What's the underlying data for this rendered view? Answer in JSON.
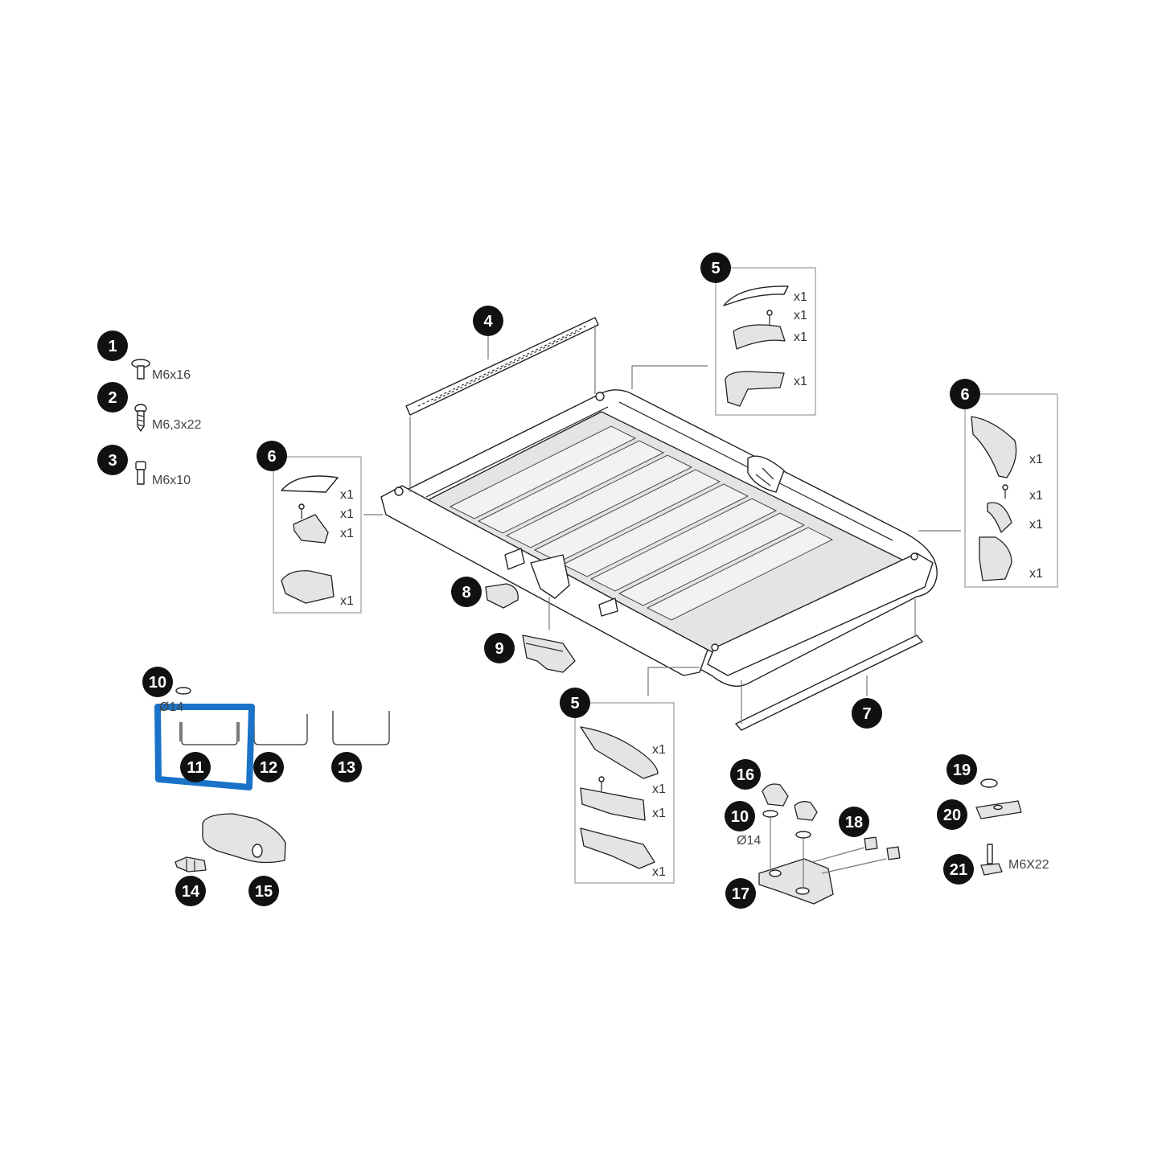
{
  "highlight_color": "#1a73c8",
  "callouts": {
    "c1": "1",
    "c2": "2",
    "c3": "3",
    "c4": "4",
    "c5a": "5",
    "c5b": "5",
    "c6a": "6",
    "c6b": "6",
    "c7": "7",
    "c8": "8",
    "c9": "9",
    "c10a": "10",
    "c10b": "10",
    "c11": "11",
    "c12": "12",
    "c13": "13",
    "c14": "14",
    "c15": "15",
    "c16": "16",
    "c17": "17",
    "c18": "18",
    "c19": "19",
    "c20": "20",
    "c21": "21"
  },
  "labels": {
    "screw1": "M6x16",
    "screw2": "M6,3x22",
    "screw3": "M6x10",
    "washer10a": "Ø14",
    "washer10b": "Ø14",
    "bolt21": "M6X22"
  },
  "quantity": "x1"
}
